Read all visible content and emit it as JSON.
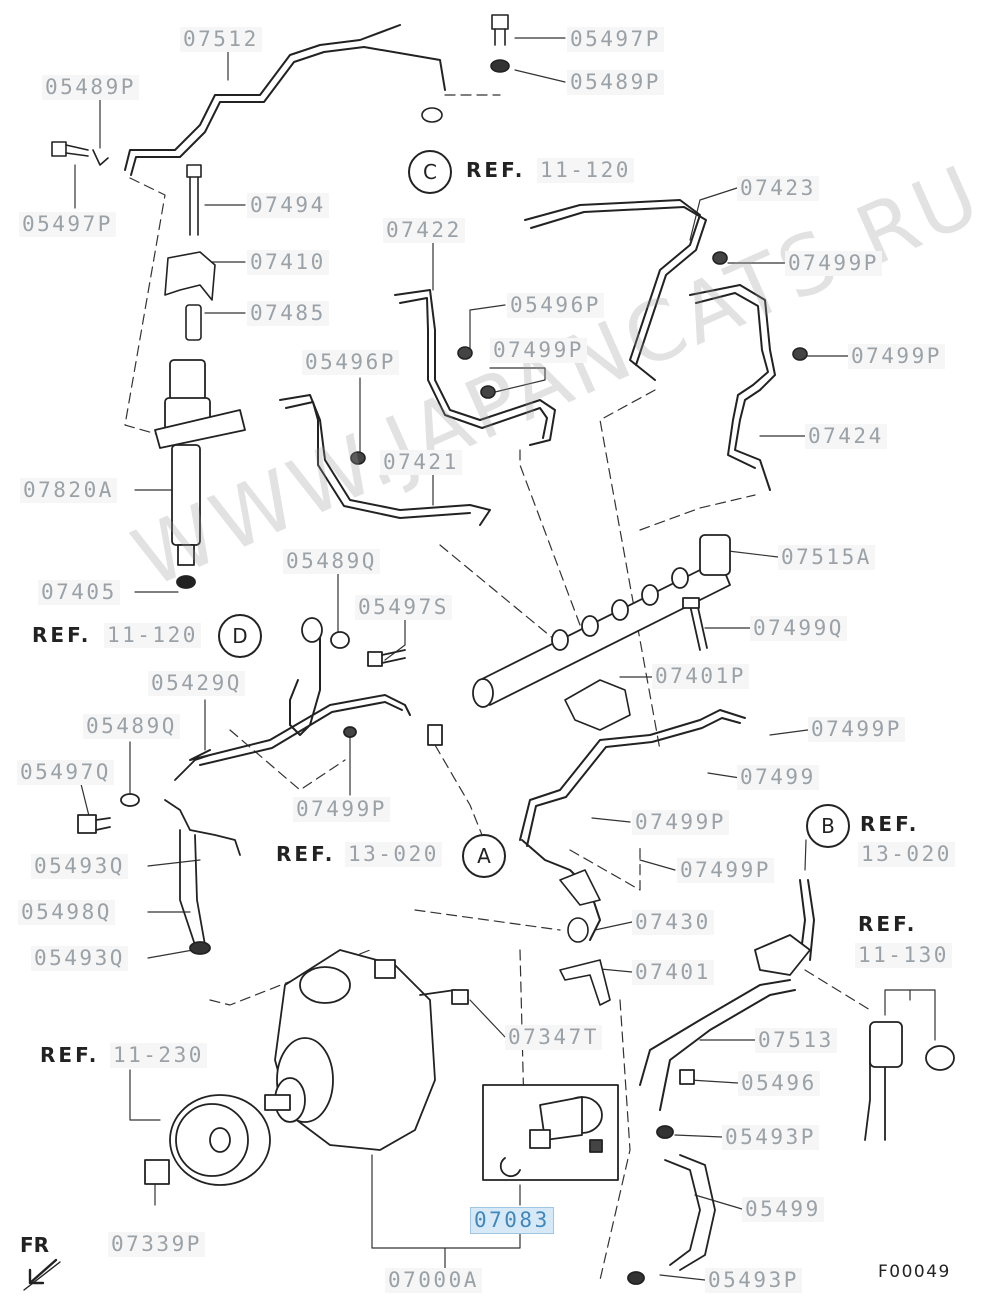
{
  "watermark": "WWW.JAPANCATS.RU",
  "figure_code": "F00049",
  "front_label": "FR",
  "parts": {
    "p07512": "07512",
    "p05497P_top": "05497P",
    "p05489P_right": "05489P",
    "p05489P_left": "05489P",
    "p05497P_left": "05497P",
    "p07494": "07494",
    "p07410": "07410",
    "p07485": "07485",
    "p07423": "07423",
    "p07422": "07422",
    "p07499P_a": "07499P",
    "p05496P_a": "05496P",
    "p07499P_b": "07499P",
    "p07499P_c": "07499P",
    "p05496P_b": "05496P",
    "p07421": "07421",
    "p07424": "07424",
    "p07820A": "07820A",
    "p07515A": "07515A",
    "p07405": "07405",
    "p05489Q_top": "05489Q",
    "p05497S": "05497S",
    "p07499Q": "07499Q",
    "p07401P": "07401P",
    "p05429Q": "05429Q",
    "p07499P_d": "07499P",
    "p05489Q_mid": "05489Q",
    "p05497Q": "05497Q",
    "p07499": "07499",
    "p07499P_e": "07499P",
    "p07499P_f": "07499P",
    "p07499P_g": "07499P",
    "p05493Q_a": "05493Q",
    "p05498Q": "05498Q",
    "p07430": "07430",
    "p05493Q_b": "05493Q",
    "p07401": "07401",
    "p07347T": "07347T",
    "p07513": "07513",
    "p05496": "05496",
    "p05493P_a": "05493P",
    "p05499": "05499",
    "p07083": "07083",
    "p07339P": "07339P",
    "p07000A": "07000A",
    "p05493P_b": "05493P"
  },
  "refs": {
    "c_word": "REF.",
    "c_num": "11-120",
    "c_letter": "C",
    "d_word": "REF.",
    "d_num": "11-120",
    "d_letter": "D",
    "a_word": "REF.",
    "a_num": "13-020",
    "a_letter": "A",
    "b_word": "REF.",
    "b_num": "13-020",
    "b_letter": "B",
    "r1130_word": "REF.",
    "r1130_num": "11-130",
    "r11230_word": "REF.",
    "r11230_num": "11-230"
  },
  "selected_part": "07083",
  "colors": {
    "label_text": "#9aa1a7",
    "label_bg": "#f6f6f6",
    "selected_text": "#3f87bd",
    "selected_bg": "#d7e9f6",
    "line": "#222222"
  }
}
